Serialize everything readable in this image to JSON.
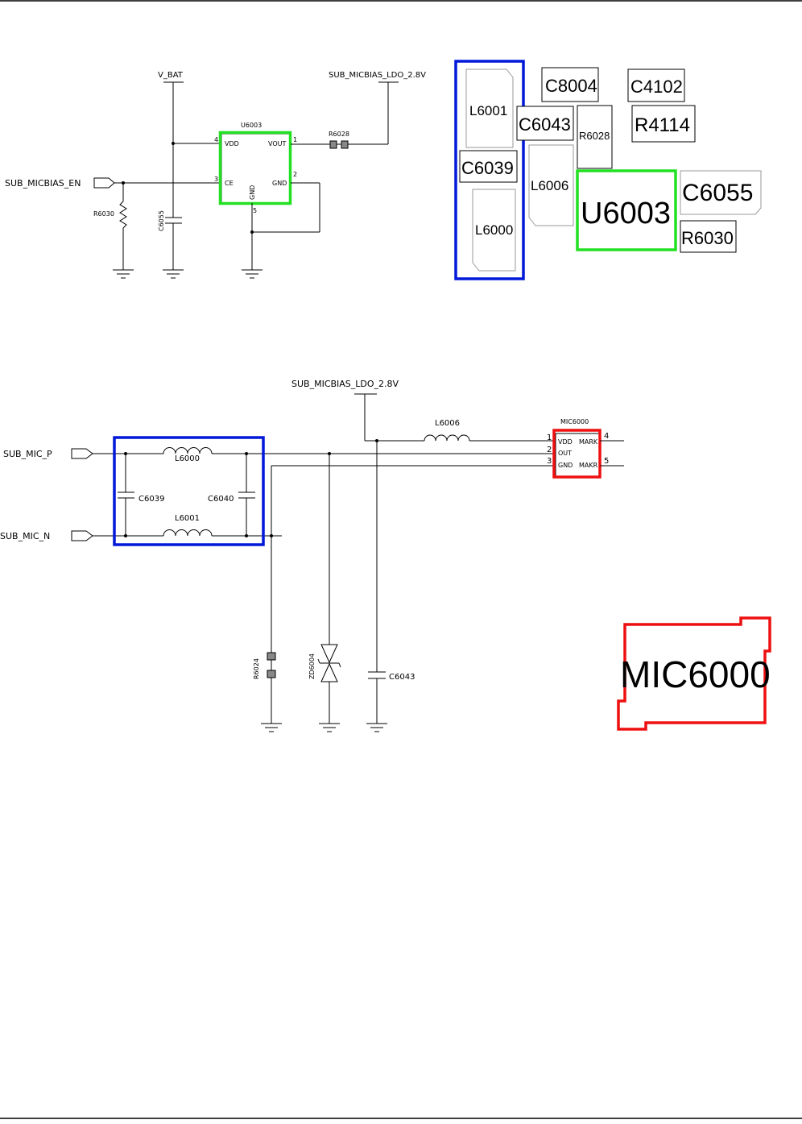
{
  "colors": {
    "ldo_highlight": "#22e022",
    "filter_highlight": "#0018d8",
    "mic_highlight": "#ee1010"
  },
  "ldo_schematic": {
    "rail_vbat": "V_BAT",
    "rail_ldo_out": "SUB_MICBIAS_LDO_2.8V",
    "enable_net": "SUB_MICBIAS_EN",
    "ic_ref": "U6003",
    "ic_pins": {
      "vdd": "VDD",
      "vout": "VOUT",
      "ce": "CE",
      "gnd_right": "GND",
      "gnd_bottom": "GND"
    },
    "pin_numbers": {
      "vdd": "4",
      "vout": "1",
      "ce": "3",
      "gnd_right": "2",
      "gnd_bottom": "5"
    },
    "series_resistor": "R6028",
    "pulldown_resistor": "R6030",
    "bypass_cap": "C6055"
  },
  "layout_view": {
    "labels": {
      "l6001": "L6001",
      "c6039": "C6039",
      "l6000": "L6000",
      "c8004": "C8004",
      "c4102": "C4102",
      "c6043": "C6043",
      "r6028": "R6028",
      "r4114": "R4114",
      "l6006": "L6006",
      "u6003": "U6003",
      "c6055": "C6055",
      "r6030": "R6030"
    }
  },
  "mic_schematic": {
    "supply": "SUB_MICBIAS_LDO_2.8V",
    "input_p": "SUB_MIC_P",
    "input_n": "SUB_MIC_N",
    "inductor_p": "L6000",
    "inductor_n": "L6001",
    "cap_left": "C6039",
    "cap_right": "C6040",
    "supply_inductor": "L6006",
    "mic_ref": "MIC6000",
    "mic_pins": {
      "vdd": "VDD",
      "out": "OUT",
      "gnd": "GND",
      "mark1": "MARK",
      "mark2": "MAKR"
    },
    "pin_numbers": {
      "p1": "1",
      "p2": "2",
      "p3": "3",
      "p4": "4",
      "p5": "5"
    },
    "resistor": "R6024",
    "tvs_diode": "ZD6004",
    "cap": "C6043"
  },
  "mic_footprint_label": "MIC6000"
}
